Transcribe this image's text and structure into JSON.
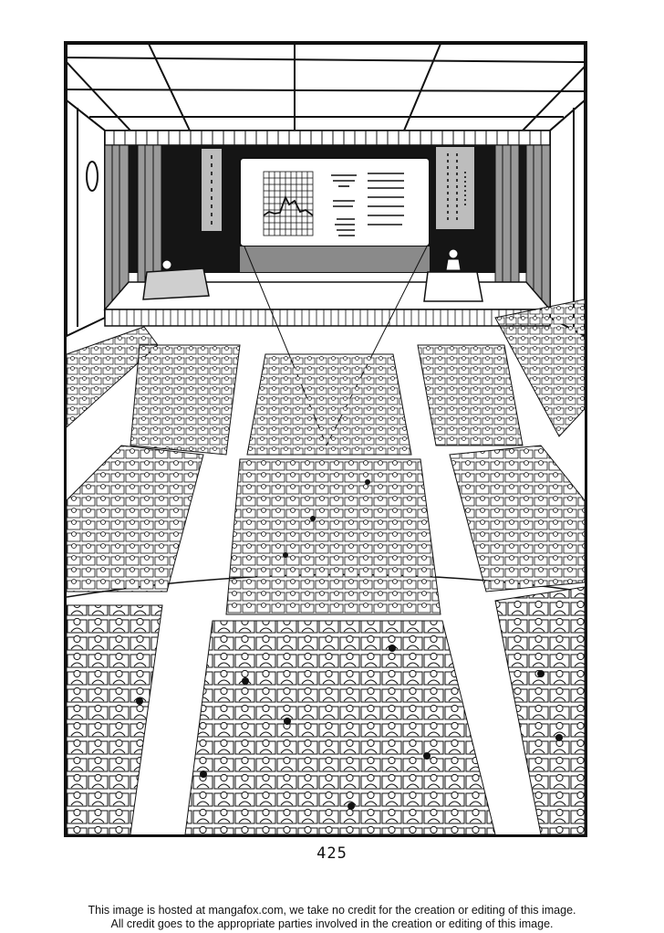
{
  "illustration": {
    "description": "Manga panel: view from the rear balcony of a large auditorium filled with seated audience members facing a stage; a projected slide with a grid chart and text lines hangs above the stage, flanked by vertical calligraphy banners; a lecturer stands at a draped table on the right of the stage and another person sits at a patterned table on the left.",
    "colors": {
      "ink": "#111111",
      "paper": "#ffffff",
      "screen_tone": "#9a9a9a",
      "banner": "#bdbdbd",
      "curtain_dark": "#151515"
    },
    "audience_blocks": {
      "front_center": {
        "rows": 9,
        "seats_per_row": 11
      },
      "middle_center": {
        "rows": 11,
        "seats_per_row": 10
      },
      "rear_center": {
        "rows": 8,
        "seats_per_row": 7
      }
    }
  },
  "page_number": "425",
  "credit": {
    "line1": "This image is hosted at mangafox.com, we take no credit for the creation or editing of this image.",
    "line2": "All credit goes to the appropriate parties involved in the creation or editing of this image."
  }
}
